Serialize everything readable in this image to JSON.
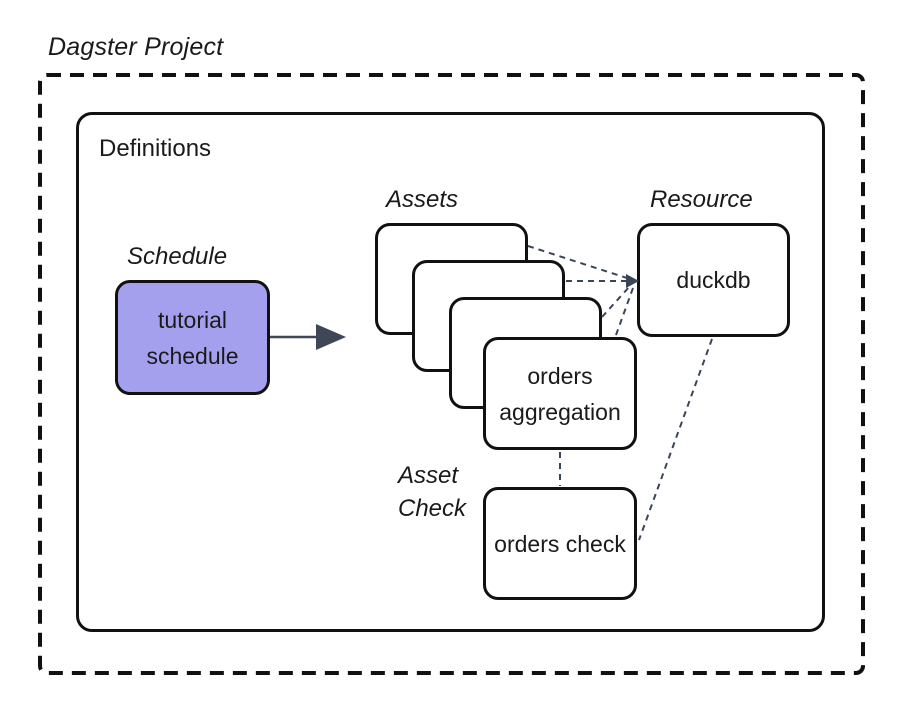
{
  "title": "Dagster Project",
  "definitions": {
    "label": "Definitions"
  },
  "schedule": {
    "label": "Schedule",
    "node": "tutorial schedule"
  },
  "assets": {
    "label": "Assets",
    "front_node": "orders aggregation",
    "stack_count": 4
  },
  "resource": {
    "label": "Resource",
    "node": "duckdb"
  },
  "asset_check": {
    "label": "Asset Check",
    "node": "orders check"
  },
  "colors": {
    "schedule_fill": "#a5a0ee",
    "node_border": "#111111",
    "connector": "#3b4558",
    "arrow": "#3f4757",
    "text": "#1a1a1a"
  }
}
